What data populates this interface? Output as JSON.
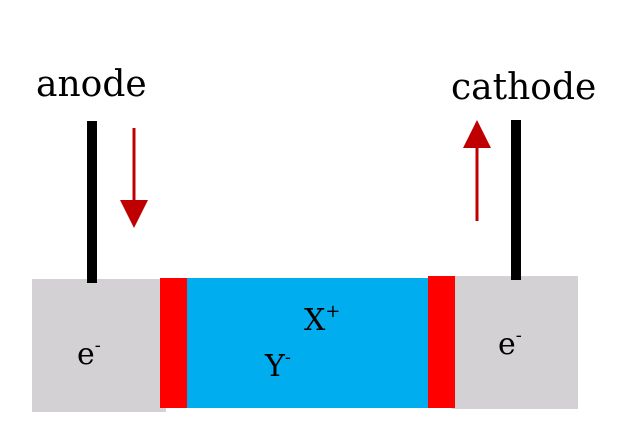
{
  "labels": {
    "anode": "anode",
    "cathode": "cathode"
  },
  "species": {
    "left_electrons": {
      "base": "e",
      "charge": "-"
    },
    "right_electrons": {
      "base": "e",
      "charge": "-"
    },
    "cation": {
      "base": "X",
      "charge": "+"
    },
    "anion": {
      "base": "Y",
      "charge": "-"
    }
  },
  "colors": {
    "electrode_block": "#d3d1d3",
    "separator": "#ff0000",
    "electrolyte": "#00adef",
    "lead_wire": "#000000",
    "arrow": "#c00000",
    "text": "#000000"
  }
}
